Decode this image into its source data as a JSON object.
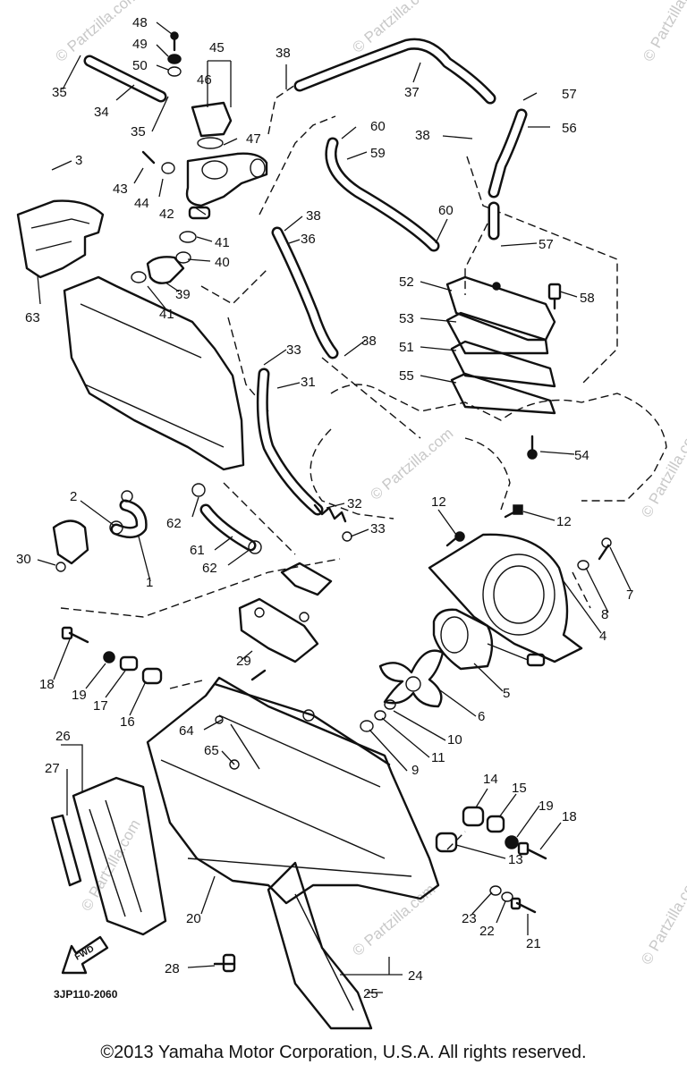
{
  "diagram": {
    "code": "3JP110-2060",
    "fwd_label": "FWD",
    "watermark": "© Partzilla.com",
    "callouts": [
      {
        "id": "c48",
        "text": "48"
      },
      {
        "id": "c49",
        "text": "49"
      },
      {
        "id": "c50",
        "text": "50"
      },
      {
        "id": "c45",
        "text": "45"
      },
      {
        "id": "c46",
        "text": "46"
      },
      {
        "id": "c47",
        "text": "47"
      },
      {
        "id": "c35a",
        "text": "35"
      },
      {
        "id": "c34",
        "text": "34"
      },
      {
        "id": "c35b",
        "text": "35"
      },
      {
        "id": "c38a",
        "text": "38"
      },
      {
        "id": "c37",
        "text": "37"
      },
      {
        "id": "c57a",
        "text": "57"
      },
      {
        "id": "c56",
        "text": "56"
      },
      {
        "id": "c60a",
        "text": "60"
      },
      {
        "id": "c59",
        "text": "59"
      },
      {
        "id": "c38b",
        "text": "38"
      },
      {
        "id": "c3",
        "text": "3"
      },
      {
        "id": "c43",
        "text": "43"
      },
      {
        "id": "c44",
        "text": "44"
      },
      {
        "id": "c42",
        "text": "42"
      },
      {
        "id": "c41a",
        "text": "41"
      },
      {
        "id": "c40",
        "text": "40"
      },
      {
        "id": "c39",
        "text": "39"
      },
      {
        "id": "c41b",
        "text": "41"
      },
      {
        "id": "c38c",
        "text": "38"
      },
      {
        "id": "c36",
        "text": "36"
      },
      {
        "id": "c60b",
        "text": "60"
      },
      {
        "id": "c57b",
        "text": "57"
      },
      {
        "id": "c52",
        "text": "52"
      },
      {
        "id": "c58",
        "text": "58"
      },
      {
        "id": "c63",
        "text": "63"
      },
      {
        "id": "c53",
        "text": "53"
      },
      {
        "id": "c51",
        "text": "51"
      },
      {
        "id": "c33a",
        "text": "33"
      },
      {
        "id": "c38d",
        "text": "38"
      },
      {
        "id": "c31",
        "text": "31"
      },
      {
        "id": "c55",
        "text": "55"
      },
      {
        "id": "c54",
        "text": "54"
      },
      {
        "id": "c2",
        "text": "2"
      },
      {
        "id": "c62a",
        "text": "62"
      },
      {
        "id": "c32",
        "text": "32"
      },
      {
        "id": "c12a",
        "text": "12"
      },
      {
        "id": "c12b",
        "text": "12"
      },
      {
        "id": "c33b",
        "text": "33"
      },
      {
        "id": "c61",
        "text": "61"
      },
      {
        "id": "c30",
        "text": "30"
      },
      {
        "id": "c62b",
        "text": "62"
      },
      {
        "id": "c1",
        "text": "1"
      },
      {
        "id": "c7",
        "text": "7"
      },
      {
        "id": "c8",
        "text": "8"
      },
      {
        "id": "c4",
        "text": "4"
      },
      {
        "id": "c18a",
        "text": "18"
      },
      {
        "id": "c29",
        "text": "29"
      },
      {
        "id": "c19a",
        "text": "19"
      },
      {
        "id": "c17",
        "text": "17"
      },
      {
        "id": "c16",
        "text": "16"
      },
      {
        "id": "c5",
        "text": "5"
      },
      {
        "id": "c6",
        "text": "6"
      },
      {
        "id": "c64",
        "text": "64"
      },
      {
        "id": "c10",
        "text": "10"
      },
      {
        "id": "c26",
        "text": "26"
      },
      {
        "id": "c65",
        "text": "65"
      },
      {
        "id": "c11",
        "text": "11"
      },
      {
        "id": "c27",
        "text": "27"
      },
      {
        "id": "c9",
        "text": "9"
      },
      {
        "id": "c14",
        "text": "14"
      },
      {
        "id": "c15",
        "text": "15"
      },
      {
        "id": "c19b",
        "text": "19"
      },
      {
        "id": "c18b",
        "text": "18"
      },
      {
        "id": "c13",
        "text": "13"
      },
      {
        "id": "c20",
        "text": "20"
      },
      {
        "id": "c23",
        "text": "23"
      },
      {
        "id": "c22",
        "text": "22"
      },
      {
        "id": "c21",
        "text": "21"
      },
      {
        "id": "c28",
        "text": "28"
      },
      {
        "id": "c24",
        "text": "24"
      },
      {
        "id": "c25",
        "text": "25"
      }
    ]
  },
  "footer": {
    "copyright": "©2013 Yamaha Motor Corporation, U.S.A. All rights reserved."
  }
}
